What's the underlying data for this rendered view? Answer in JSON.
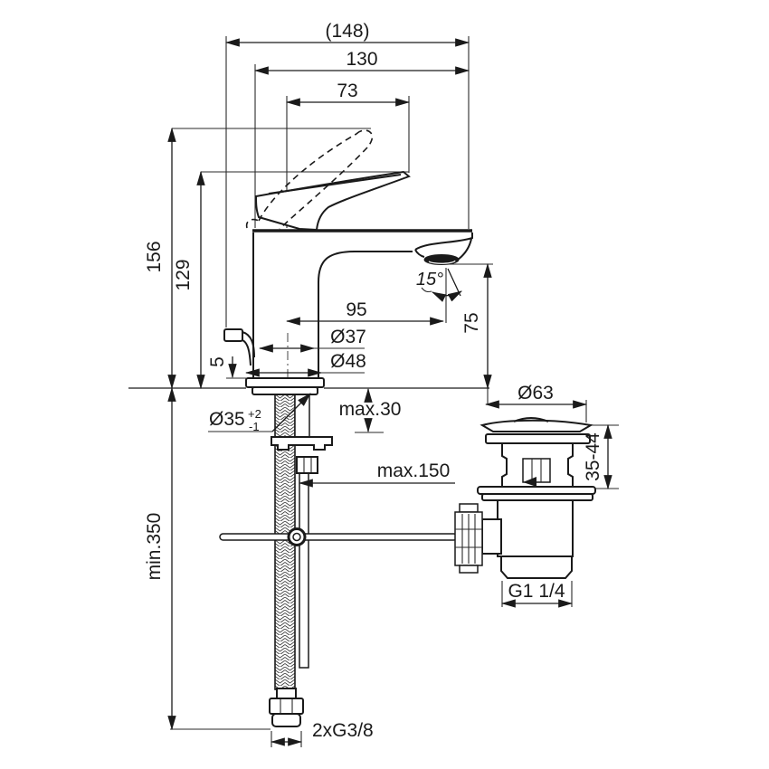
{
  "drawing": {
    "product": "single-lever basin mixer with pop-up waste, dimensional drawing",
    "colors": {
      "line": "#1a1a1a",
      "background": "#ffffff"
    },
    "dimensions": {
      "overall_width": "(148)",
      "width_130": "130",
      "handle_width_73": "73",
      "height_156": "156",
      "height_129": "129",
      "flange_height_5": "5",
      "spout_reach_95": "95",
      "body_diameter": "Ø37",
      "base_diameter": "Ø48",
      "spout_angle": "15°",
      "outlet_height_75": "75",
      "hole_diameter": "Ø35",
      "hole_tolerance_plus": "+2",
      "hole_tolerance_minus": "-1",
      "deck_thickness": "max.30",
      "rod_length": "max.150",
      "waste_flange_diameter": "Ø63",
      "waste_height_range": "35-44",
      "waste_thread": "G1 1/4",
      "hose_length": "min.350",
      "hose_thread": "2xG3/8"
    }
  }
}
